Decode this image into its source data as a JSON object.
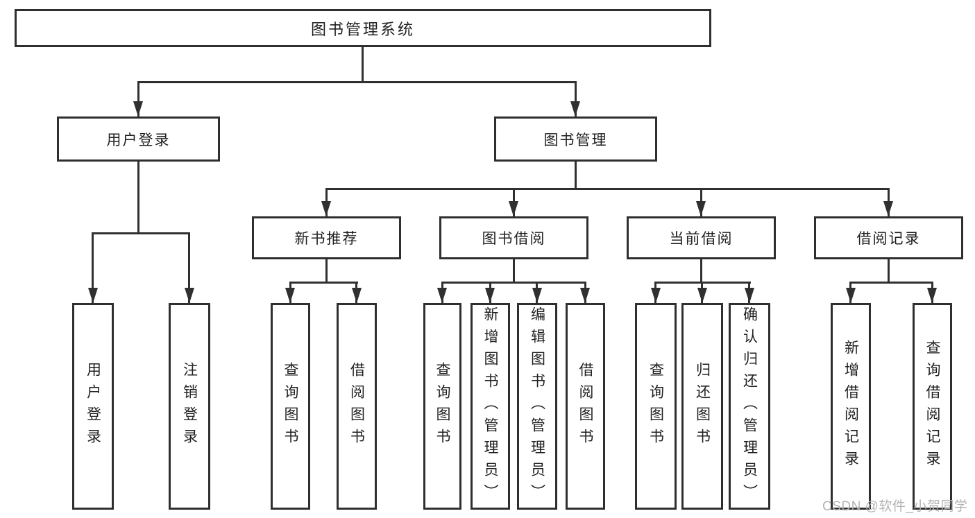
{
  "tree": {
    "label": "图书管理系统",
    "children": [
      {
        "label": "用户登录",
        "children": [
          {
            "label": "用户登录"
          },
          {
            "label": "注销登录"
          }
        ]
      },
      {
        "label": "图书管理",
        "children": [
          {
            "label": "新书推荐",
            "children": [
              {
                "label": "查询图书"
              },
              {
                "label": "借阅图书"
              }
            ]
          },
          {
            "label": "图书借阅",
            "children": [
              {
                "label": "查询图书"
              },
              {
                "label": "新增图书（管理员）"
              },
              {
                "label": "编辑图书（管理员）"
              },
              {
                "label": "借阅图书"
              }
            ]
          },
          {
            "label": "当前借阅",
            "children": [
              {
                "label": "查询图书"
              },
              {
                "label": "归还图书"
              },
              {
                "label": "确认归还（管理员）"
              }
            ]
          },
          {
            "label": "借阅记录",
            "children": [
              {
                "label": "新增借阅记录"
              },
              {
                "label": "查询借阅记录"
              }
            ]
          }
        ]
      }
    ]
  },
  "watermark": {
    "text": "CSDN @软件_小贺同学"
  },
  "colors": {
    "line": "#303030",
    "box_border": "#2f2f2f",
    "text": "#1f1f1f",
    "watermark": "#b3b3b3",
    "background": "#ffffff"
  }
}
